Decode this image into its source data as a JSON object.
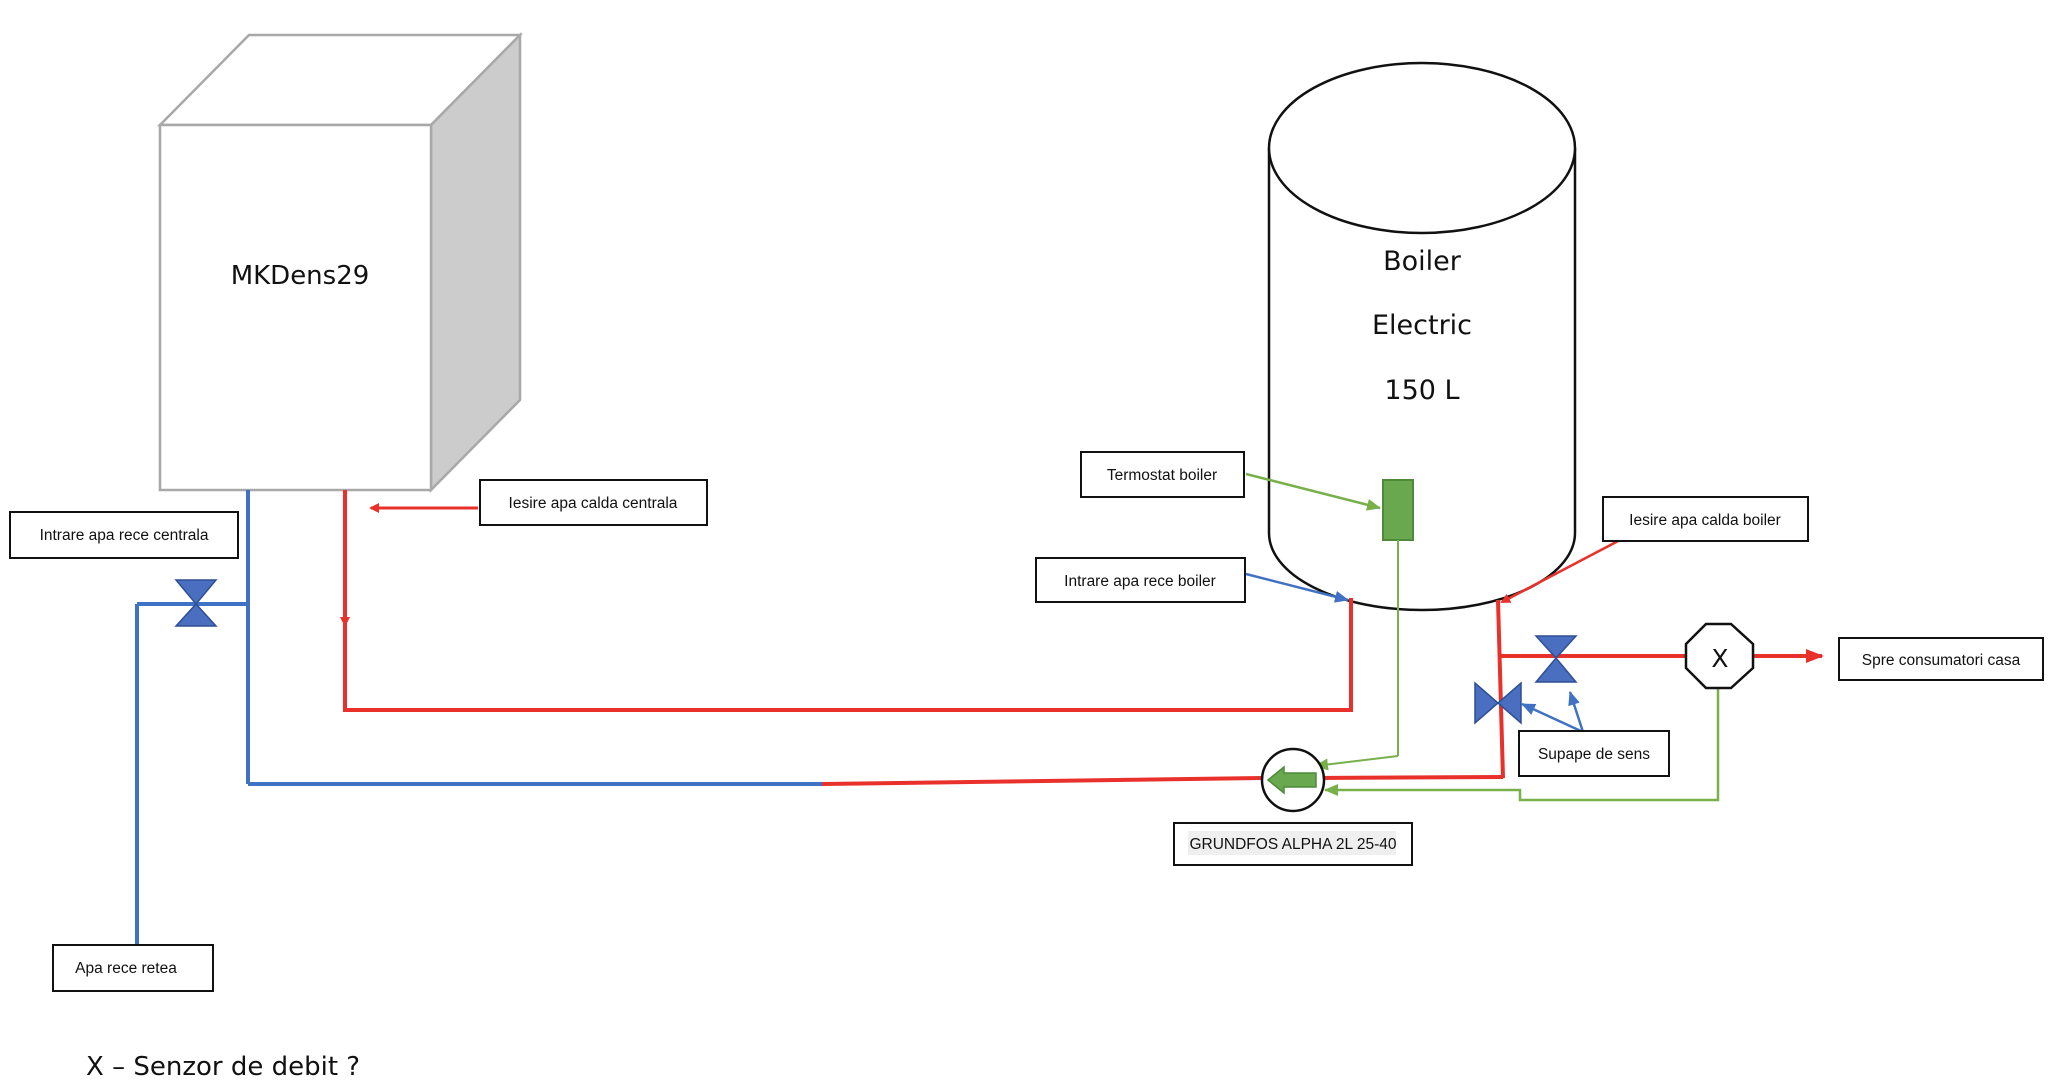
{
  "colors": {
    "hot_pipe": "#e8312a",
    "cold_pipe": "#3f72c4",
    "signal_line": "#78b04a",
    "valve_fill": "#4a6fc0",
    "component_green": "#6aa84f"
  },
  "boiler_unit": {
    "name": "MKDens29"
  },
  "electric_boiler": {
    "line1": "Boiler",
    "line2": "Electric",
    "line3": "150 L"
  },
  "labels": {
    "intrare_apa_rece_centrala": "Intrare apa rece centrala",
    "iesire_apa_calda_centrala": "Iesire apa calda centrala",
    "termostat_boiler": "Termostat boiler",
    "intrare_apa_rece_boiler": "Intrare apa rece boiler",
    "iesire_apa_calda_boiler": "Iesire apa calda boiler",
    "spre_consumatori_casa": "Spre consumatori casa",
    "supape_de_sens": "Supape de sens",
    "pump_model": "GRUNDFOS ALPHA 2L 25-40",
    "apa_rece_retea": "Apa rece retea"
  },
  "flow_sensor": {
    "symbol": "X"
  },
  "legend": {
    "text": "X – Senzor de debit ?"
  }
}
